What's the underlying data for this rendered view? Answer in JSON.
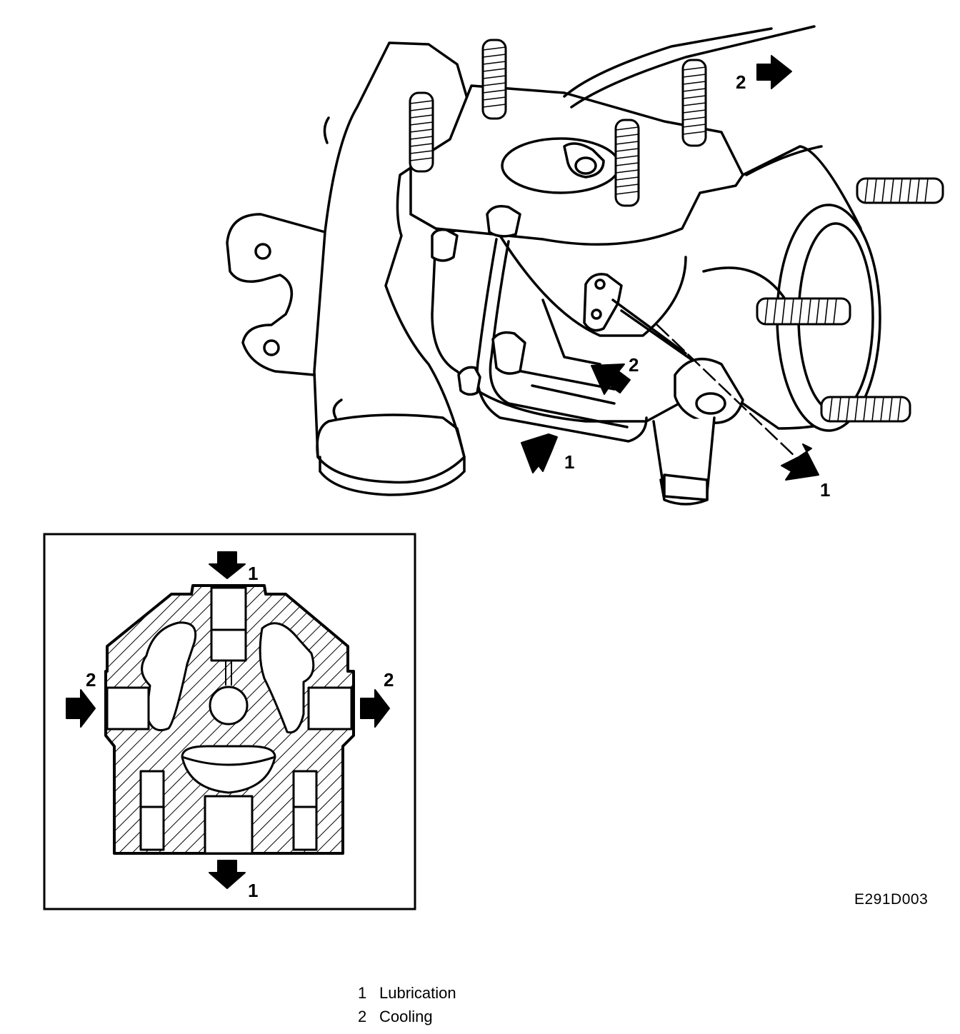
{
  "figure_id": "E291D003",
  "callouts": {
    "lubrication": "1",
    "cooling": "2"
  },
  "legend": [
    {
      "number": "1",
      "label": "Lubrication"
    },
    {
      "number": "2",
      "label": "Cooling"
    }
  ],
  "colors": {
    "line": "#000000",
    "background": "#ffffff"
  }
}
